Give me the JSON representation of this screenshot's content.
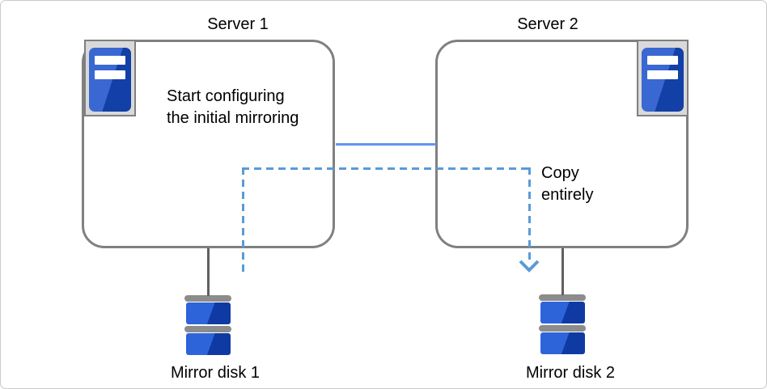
{
  "server1": {
    "title": "Server 1",
    "note_line1": "Start configuring",
    "note_line2": "the initial mirroring"
  },
  "server2": {
    "title": "Server 2"
  },
  "copy_annotation": {
    "line1": "Copy",
    "line2": "entirely"
  },
  "disks": {
    "disk1_label": "Mirror disk 1",
    "disk2_label": "Mirror disk 2"
  },
  "icons": {
    "server_icon": "server-tower-icon",
    "disk_icon": "mirror-disk-stack-icon",
    "arrow_icon": "arrow-down-icon"
  },
  "colors": {
    "outer_border": "#C9C9C9",
    "box_border": "#808080",
    "connector": "#606060",
    "link_blue": "#6495ED",
    "dash_blue": "#5B9BD5",
    "icon_bg": "#D9D9D9",
    "icon_border": "#7F7F7F",
    "tower_light": "#3A68D2",
    "tower_dark": "#1240A6",
    "disk_light": "#2E64D9",
    "disk_dark": "#0F3AA3",
    "disk_cap": "#8C8C8C",
    "text": "#000000"
  }
}
